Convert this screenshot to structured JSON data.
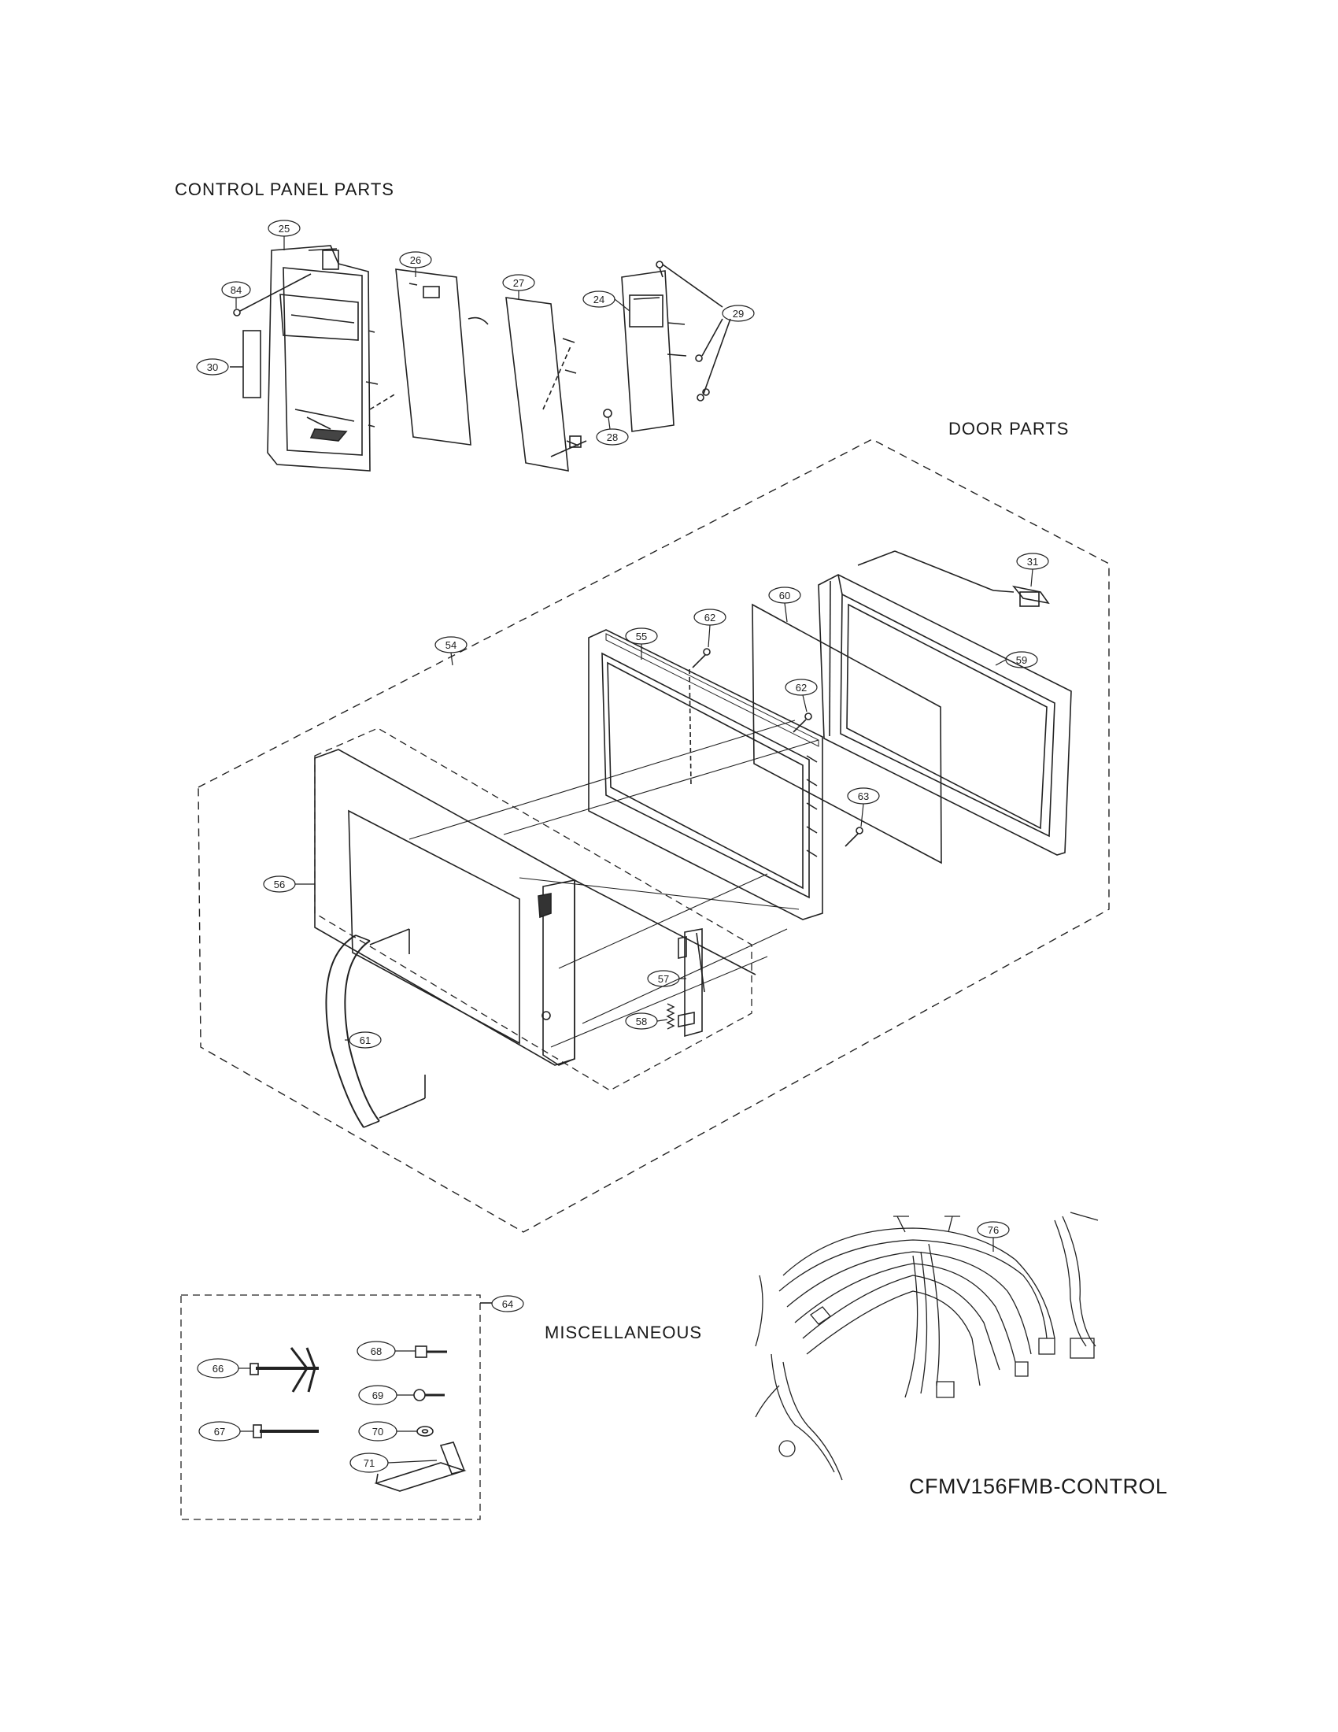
{
  "sections": {
    "control_panel": "CONTROL PANEL PARTS",
    "door": "DOOR  PARTS",
    "miscellaneous": "MISCELLANEOUS"
  },
  "model_label": "CFMV156FMB-CONTROL",
  "callouts": {
    "c25": "25",
    "c84": "84",
    "c30": "30",
    "c26": "26",
    "c27": "27",
    "c24": "24",
    "c29": "29",
    "c28": "28",
    "c54": "54",
    "c55": "55",
    "c62a": "62",
    "c62b": "62",
    "c60": "60",
    "c31": "31",
    "c59": "59",
    "c63": "63",
    "c56": "56",
    "c57": "57",
    "c58": "58",
    "c61": "61",
    "c76": "76",
    "c64": "64",
    "c66": "66",
    "c67": "67",
    "c68": "68",
    "c69": "69",
    "c70": "70",
    "c71": "71"
  }
}
